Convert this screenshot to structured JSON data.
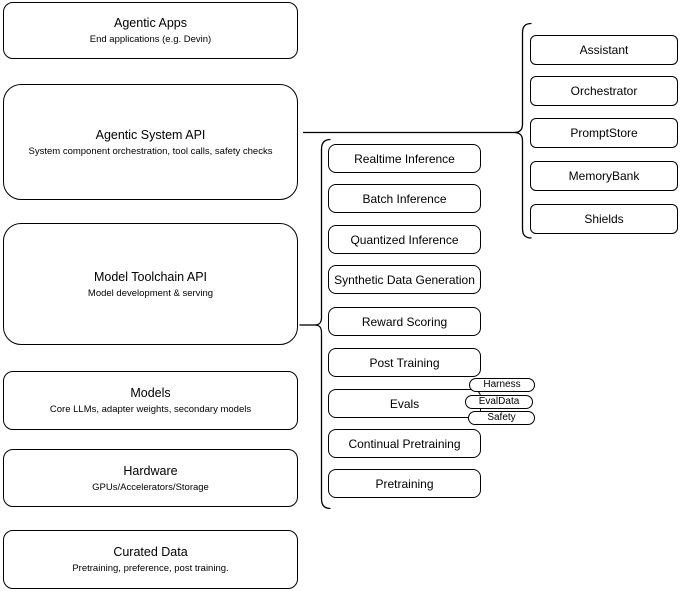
{
  "diagram": {
    "colors": {
      "background": "#ffffff",
      "node_fill": "#ffffff",
      "stroke": "#000000"
    },
    "layers": [
      {
        "title": "Agentic Apps",
        "subtitle": "End applications (e.g. Devin)"
      },
      {
        "title": "Agentic System API",
        "subtitle": "System component orchestration, tool calls, safety checks"
      },
      {
        "title": "Model Toolchain API",
        "subtitle": "Model development & serving"
      },
      {
        "title": "Models",
        "subtitle": "Core LLMs, adapter weights, secondary models"
      },
      {
        "title": "Hardware",
        "subtitle": "GPUs/Accelerators/Storage"
      },
      {
        "title": "Curated Data",
        "subtitle": "Pretraining, preference, post training."
      }
    ],
    "toolchain_items": [
      "Realtime Inference",
      "Batch Inference",
      "Quantized Inference",
      "Synthetic Data Generation",
      "Reward Scoring",
      "Post Training",
      "Evals",
      "Continual Pretraining",
      "Pretraining"
    ],
    "evals_tags": [
      "Harness",
      "EvalData",
      "Safety"
    ],
    "system_components": [
      "Assistant",
      "Orchestrator",
      "PromptStore",
      "MemoryBank",
      "Shields"
    ]
  }
}
